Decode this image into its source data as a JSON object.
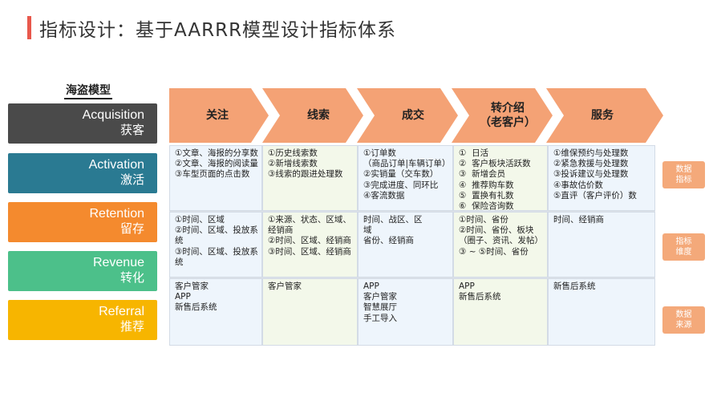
{
  "header": {
    "title": "指标设计：基于AARRR模型设计指标体系"
  },
  "model": {
    "label": "海盗模型"
  },
  "stages": [
    {
      "en": "Acquisition",
      "zh": "获客",
      "color": "#4a4a4a"
    },
    {
      "en": "Activation",
      "zh": "激活",
      "color": "#2a7a92"
    },
    {
      "en": "Retention",
      "zh": "留存",
      "color": "#f48a2e"
    },
    {
      "en": "Revenue",
      "zh": "转化",
      "color": "#4cc08a"
    },
    {
      "en": "Referral",
      "zh": "推荐",
      "color": "#f7b500"
    }
  ],
  "arrows": [
    {
      "label": "关注"
    },
    {
      "label": "线索"
    },
    {
      "label": "成交"
    },
    {
      "label": "转介绍\n（老客户）"
    },
    {
      "label": "服务"
    }
  ],
  "colors": {
    "arrow_fill": "#f4a275",
    "column_tints": [
      "#eef5fc",
      "#f3f8ea",
      "#eef5fc",
      "#f3f8ea",
      "#eef5fc"
    ],
    "tag": "#f4a97a"
  },
  "rows": [
    {
      "cells": [
        [
          "①文章、海报的分享数",
          "②文章、海报的阅读量",
          "③车型页面的点击数"
        ],
        [
          "①历史线索数",
          "②新增线索数",
          "③线索的跟进处理数"
        ],
        [
          "①订单数",
          "（商品订单|车辆订单）",
          "②实销量（交车数）",
          "③完成进度、同环比",
          "④客流数据"
        ],
        [
          "①  日活",
          "②  客户板块活跃数",
          "③  新增会员",
          "④  推荐购车数",
          "⑤  置换有礼数",
          "⑥  保险咨询数"
        ],
        [
          "①维保预约与处理数",
          "②紧急救援与处理数",
          "③投诉建议与处理数",
          "④事故估价数",
          "⑤直评（客户评价）数"
        ]
      ]
    },
    {
      "cells": [
        [
          "①时间、区域",
          "②时间、区域、投放系",
          "统",
          "③时间、区域、投放系",
          "统"
        ],
        [
          "①来源、状态、区域、",
          "经销商",
          "②时间、区域、经销商",
          "③时间、区域、经销商"
        ],
        [
          "时间、战区、区",
          "域",
          "省份、经销商"
        ],
        [
          "①时间、省份",
          "②时间、省份、板块",
          "（圈子、资讯、发帖）",
          "③ ~ ⑤时间、省份"
        ],
        [
          "时间、经销商"
        ]
      ]
    },
    {
      "cells": [
        [
          "客户管家",
          "APP",
          "新售后系统"
        ],
        [
          "客户管家"
        ],
        [
          "APP",
          "客户管家",
          "智慧展厅",
          "手工导入"
        ],
        [
          "APP",
          "新售后系统"
        ],
        [
          "新售后系统"
        ]
      ]
    }
  ],
  "tags": [
    {
      "line1": "数据",
      "line2": "指标"
    },
    {
      "line1": "指标",
      "line2": "维度"
    },
    {
      "line1": "数据",
      "line2": "来源"
    }
  ]
}
